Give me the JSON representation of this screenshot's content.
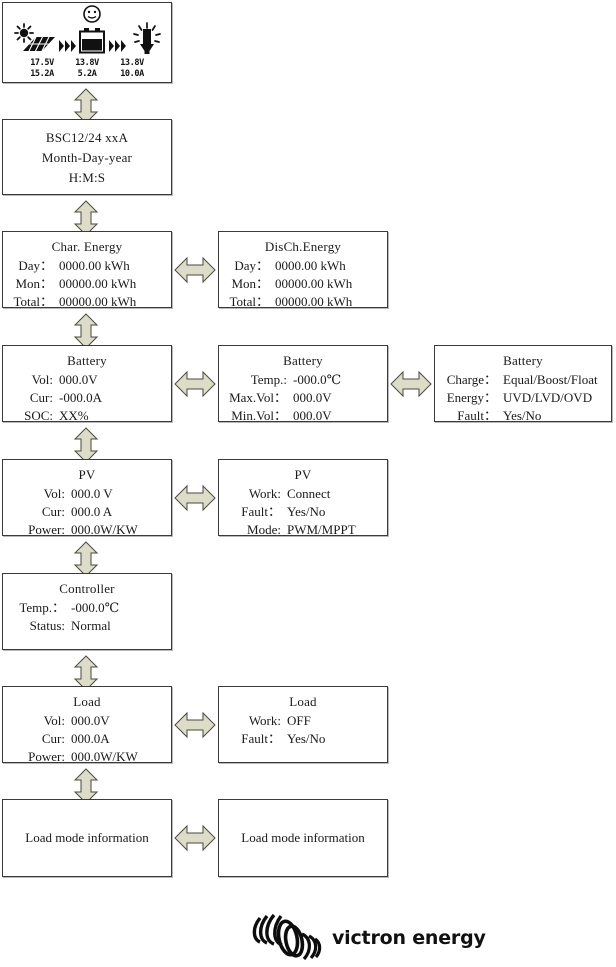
{
  "doc": {
    "kind": "lcd-menu-flowchart",
    "brand": "victron energy"
  },
  "lcd": {
    "name": "main-status-screen",
    "icons": [
      "solar-panel-icon",
      "flow-arrows-icon",
      "battery-icon",
      "smiley-face-icon",
      "flow-arrows-icon",
      "lamp-icon"
    ],
    "columns": [
      {
        "voltage": "17.5V",
        "current": "15.2A"
      },
      {
        "voltage": "13.8V",
        "current": "5.2A"
      },
      {
        "voltage": "13.8V",
        "current": "10.0A"
      }
    ]
  },
  "screens": {
    "info": {
      "line1": "BSC12/24 xxA",
      "line2": "Month-Day-year",
      "line3": "H:M:S"
    },
    "charge_energy": {
      "title": "Char. Energy",
      "rows": [
        {
          "label": "Day：",
          "value": "0000.00 kWh"
        },
        {
          "label": "Mon：",
          "value": "00000.00 kWh"
        },
        {
          "label": "Total：",
          "value": "00000.00 kWh"
        }
      ]
    },
    "discharge_energy": {
      "title": "DisCh.Energy",
      "rows": [
        {
          "label": "Day：",
          "value": "0000.00 kWh"
        },
        {
          "label": "Mon：",
          "value": "00000.00 kWh"
        },
        {
          "label": "Total：",
          "value": "00000.00 kWh"
        }
      ]
    },
    "battery_1": {
      "title": "Battery",
      "rows": [
        {
          "label": "Vol:",
          "value": "000.0V"
        },
        {
          "label": "Cur:",
          "value": "-000.0A"
        },
        {
          "label": "SOC:",
          "value": "XX%"
        }
      ]
    },
    "battery_2": {
      "title": "Battery",
      "rows": [
        {
          "label": "Temp.:",
          "value": "-000.0℃"
        },
        {
          "label": "Max.Vol：",
          "value": "000.0V"
        },
        {
          "label": "Min.Vol：",
          "value": "000.0V"
        }
      ]
    },
    "battery_3": {
      "title": "Battery",
      "rows": [
        {
          "label": "Charge：",
          "value": "Equal/Boost/Float"
        },
        {
          "label": "Energy：",
          "value": "UVD/LVD/OVD"
        },
        {
          "label": "Fault：",
          "value": "Yes/No"
        }
      ]
    },
    "pv_1": {
      "title": "PV",
      "rows": [
        {
          "label": "Vol:",
          "value": "000.0 V"
        },
        {
          "label": "Cur:",
          "value": "000.0 A"
        },
        {
          "label": "Power:",
          "value": "000.0W/KW"
        }
      ]
    },
    "pv_2": {
      "title": "PV",
      "rows": [
        {
          "label": "Work:",
          "value": "Connect"
        },
        {
          "label": "Fault：",
          "value": "Yes/No"
        },
        {
          "label": "Mode:",
          "value": "PWM/MPPT"
        }
      ]
    },
    "controller": {
      "title": "Controller",
      "rows": [
        {
          "label": "Temp.：",
          "value": "-000.0℃"
        },
        {
          "label": "Status:",
          "value": "Normal"
        }
      ]
    },
    "load_1": {
      "title": "Load",
      "rows": [
        {
          "label": "Vol:",
          "value": "000.0V"
        },
        {
          "label": "Cur:",
          "value": "000.0A"
        },
        {
          "label": "Power:",
          "value": "000.0W/KW"
        }
      ]
    },
    "load_2": {
      "title": "Load",
      "rows": [
        {
          "label": "Work:",
          "value": "OFF"
        },
        {
          "label": "Fault：",
          "value": "Yes/No"
        }
      ]
    },
    "load_mode_1": {
      "text": "Load mode information"
    },
    "load_mode_2": {
      "text": "Load mode information"
    }
  },
  "colors": {
    "arrow_fill": "#dcdcc8",
    "arrow_stroke": "#4a4a3e",
    "box_border": "#3a3a3a",
    "text": "#1a1a1a"
  }
}
